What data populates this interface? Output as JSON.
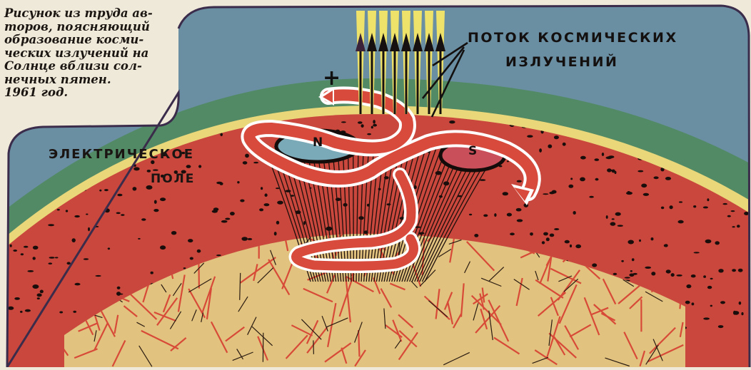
{
  "caption": {
    "text": "Рисунок из труда ав-\nторов,     поясняющий\nобразование     косми-\nческих излучений на\nСолнце  вблизи  сол-\nнечных пятен.\n1961 год."
  },
  "labels": {
    "flux_line1": "ПОТОК КОСМИЧЕСКИХ",
    "flux_line2": "ИЗЛУЧЕНИЙ",
    "field_line1": "ЭЛЕКТРИЧЕСКОЕ",
    "field_line2": "ПОЛЕ",
    "spot_north": "N",
    "spot_south": "S",
    "plus_sign": "+"
  },
  "colors": {
    "sky": "#6a8fa3",
    "green": "#4e8a5a",
    "rim": "#e9d77a",
    "surface": "#c9473c",
    "interior": "#e1c27e",
    "interior_lines": "#d84a38",
    "spot_n": "#7aa9b8",
    "spot_s": "#c9505a",
    "ray": "#efe26a",
    "ribbon": "#d84a3c"
  },
  "icons": [
    "cosmic-ray-arrows-icon",
    "magnetic-field-lines-icon",
    "spiral-ribbon-arrow-icon"
  ]
}
